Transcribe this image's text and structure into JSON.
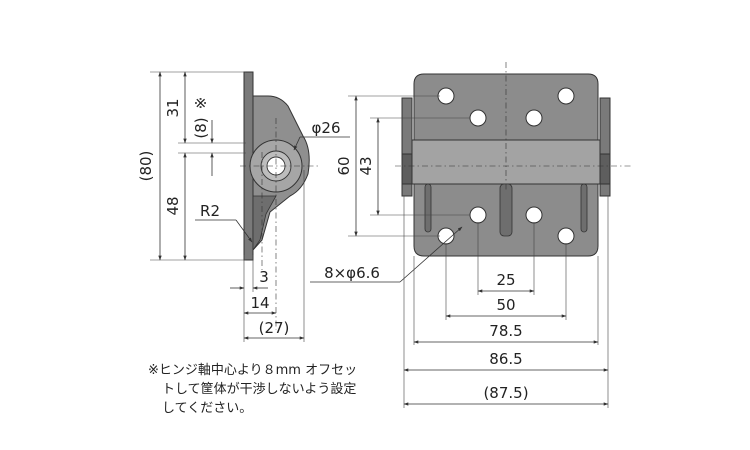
{
  "side_view": {
    "dim_total": "(80)",
    "dim_top": "31",
    "dim_offset": "(8)",
    "dim_offset_mark": "※",
    "dim_bottom": "48",
    "dim_diameter": "φ26",
    "dim_radius": "R2",
    "dim_thickness": "3",
    "dim_14": "14",
    "dim_27": "(27)"
  },
  "front_view": {
    "dim_60": "60",
    "dim_43": "43",
    "dim_holes": "8×φ6.6",
    "dim_25": "25",
    "dim_50": "50",
    "dim_785": "78.5",
    "dim_865": "86.5",
    "dim_875": "(87.5)"
  },
  "note": {
    "line1": "※ヒンジ軸中心より８mm オフセッ",
    "line2": "トして筐体が干渉しないよう設定",
    "line3": "してください。"
  },
  "colors": {
    "part_fill": "#8a8a8a",
    "part_light": "#aaaaaa",
    "part_dark": "#5e5e5e",
    "line": "#333333"
  }
}
